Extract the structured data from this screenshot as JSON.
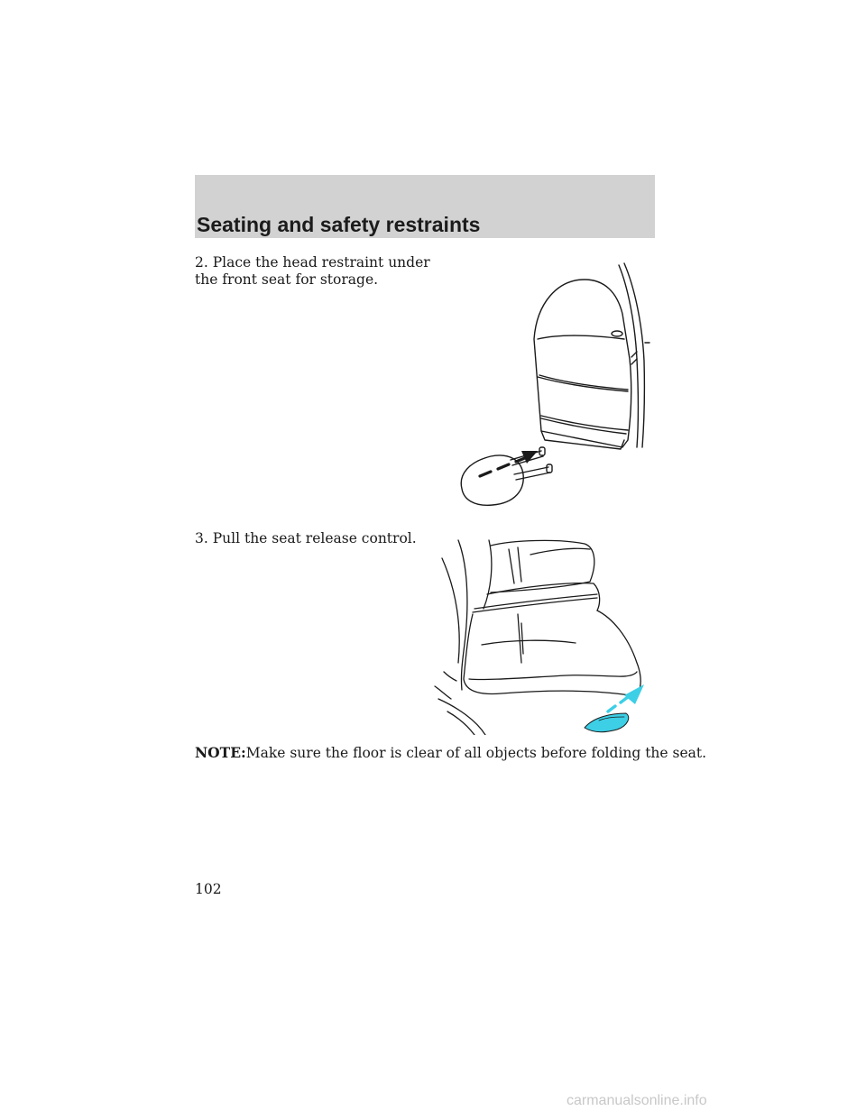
{
  "header": {
    "title": "Seating and safety restraints"
  },
  "steps": [
    {
      "line1": "2. Place the head restraint under",
      "line2": "the front seat for storage."
    },
    {
      "line1": "3. Pull the seat release control."
    }
  ],
  "note": {
    "label": "NOTE:",
    "text": "Make sure the floor is clear of all objects before folding the seat."
  },
  "page_number": "102",
  "watermark": "carmanualsonline.info",
  "figures": [
    {
      "name": "head-restraint-storage-illustration"
    },
    {
      "name": "seat-release-control-illustration",
      "accent_color": "#3ccfe6"
    }
  ]
}
